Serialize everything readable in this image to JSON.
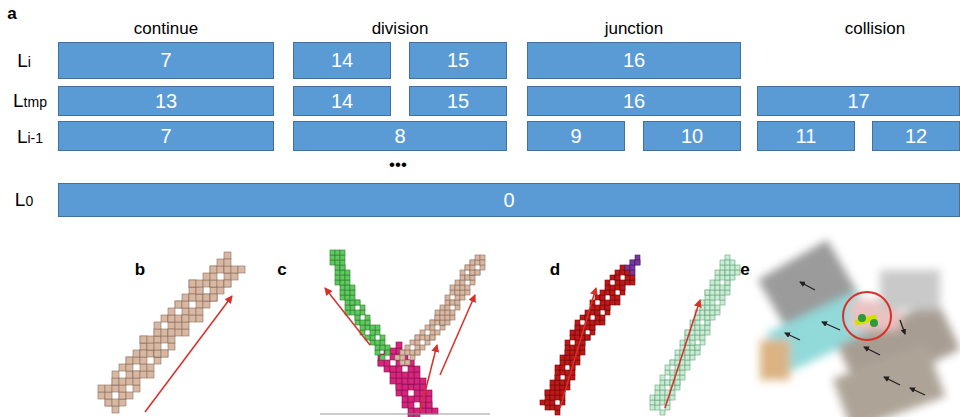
{
  "diagram": {
    "nodes": [
      {
        "text": [
          "7"
        ]
      },
      {
        "text": [
          "14"
        ]
      },
      {
        "text": [
          "15"
        ]
      },
      {
        "text": [
          "16"
        ]
      },
      {
        "text": [
          "13"
        ]
      },
      {
        "text": [
          "14"
        ]
      },
      {
        "text": [
          "15"
        ]
      },
      {
        "text": [
          "16"
        ]
      },
      {
        "text": [
          "17"
        ]
      },
      {
        "text": [
          "7"
        ]
      },
      {
        "text": [
          "8"
        ]
      },
      {
        "text": [
          "9"
        ]
      },
      {
        "text": [
          "10"
        ]
      },
      {
        "text": [
          "11"
        ]
      },
      {
        "text": [
          "12"
        ]
      },
      {
        "text": [
          "0"
        ]
      }
    ],
    "labels": [
      "a",
      "continue",
      "division",
      "junction",
      "collision",
      "Li",
      "Ltmp",
      "Li-1",
      "•••",
      "L0",
      "b",
      "c",
      "d",
      "e"
    ]
  }
}
